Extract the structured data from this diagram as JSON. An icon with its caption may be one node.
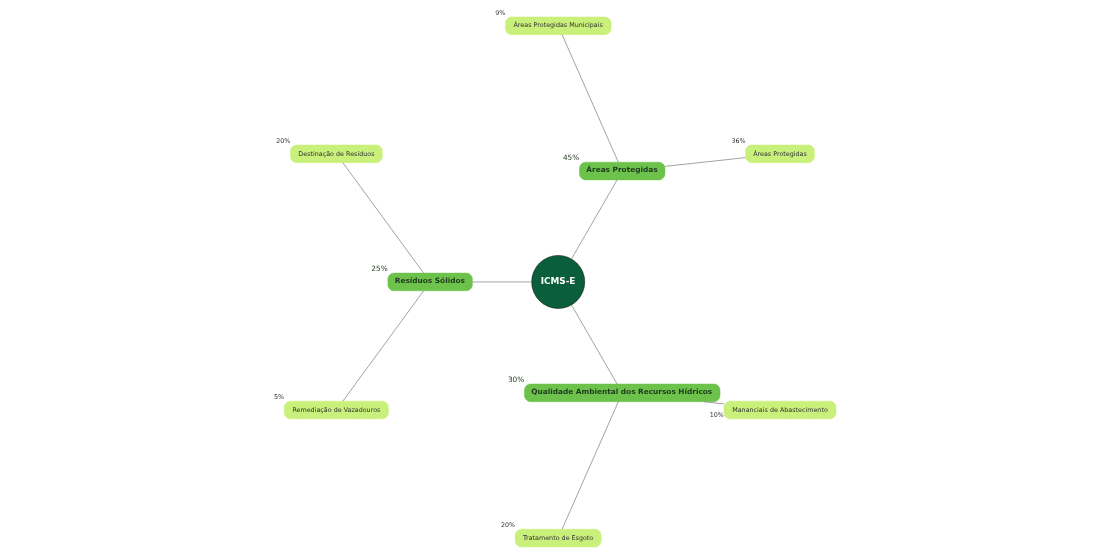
{
  "diagram": {
    "nodes": [
      {
        "text": [
          "ICMS-E"
        ]
      },
      {
        "text": [
          "Áreas Protegidas"
        ],
        "beside": [
          "45%"
        ]
      },
      {
        "text": [
          "Áreas Protegidas"
        ],
        "beside": [
          "36%"
        ]
      },
      {
        "text": [
          "Áreas Protegidas Municipais"
        ],
        "beside": [
          "9%"
        ]
      },
      {
        "text": [
          "Resíduos Sólidos"
        ],
        "beside": [
          "25%"
        ]
      },
      {
        "text": [
          "Destinação de Resíduos"
        ],
        "beside": [
          "20%"
        ]
      },
      {
        "text": [
          "Remediação de Vazadouros"
        ],
        "beside": [
          "5%"
        ]
      },
      {
        "text": [
          "Qualidade Ambiental dos Recursos Hídricos"
        ],
        "beside": [
          "30%"
        ]
      },
      {
        "text": [
          "Tratamento de Esgoto"
        ],
        "beside": [
          "20%"
        ]
      },
      {
        "text": [
          "Mananciais de Abastecimento"
        ],
        "beside": [
          "10%"
        ]
      }
    ],
    "edges": [
      {
        "from": 0,
        "to": 1,
        "arrow": "none"
      },
      {
        "from": 0,
        "to": 4,
        "arrow": "none"
      },
      {
        "from": 0,
        "to": 7,
        "arrow": "none"
      },
      {
        "from": 1,
        "to": 2,
        "arrow": "none"
      },
      {
        "from": 1,
        "to": 3,
        "arrow": "none"
      },
      {
        "from": 4,
        "to": 5,
        "arrow": "none"
      },
      {
        "from": 4,
        "to": 6,
        "arrow": "none"
      },
      {
        "from": 7,
        "to": 8,
        "arrow": "none"
      },
      {
        "from": 7,
        "to": 9,
        "arrow": "none"
      }
    ]
  }
}
